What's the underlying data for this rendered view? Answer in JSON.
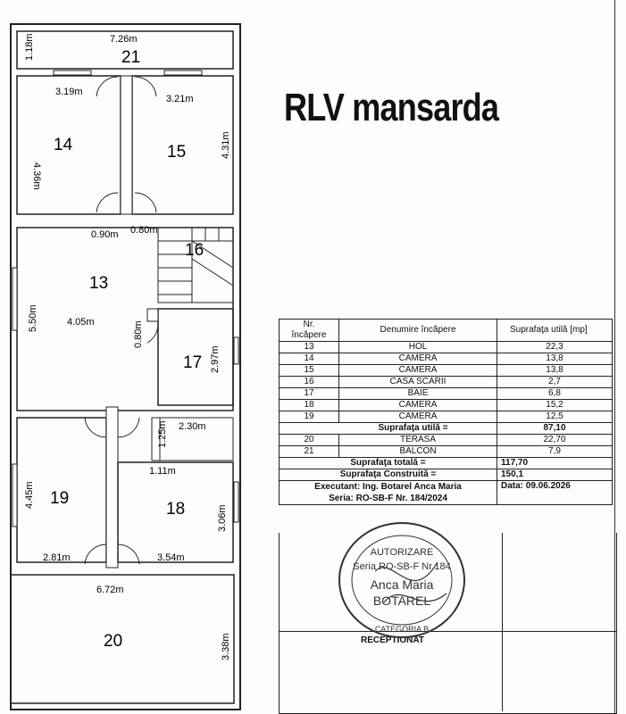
{
  "title": "RLV mansarda",
  "rooms": {
    "r21": "21",
    "r14": "14",
    "r15": "15",
    "r16": "16",
    "r13": "13",
    "r17": "17",
    "r19": "19",
    "r18": "18",
    "r20": "20"
  },
  "dims": {
    "d726": "7.26m",
    "d118": "1.18m",
    "d319": "3.19m",
    "d321": "3.21m",
    "d436": "4.36m",
    "d431": "4.31m",
    "d090": "0.90m",
    "d080a": "0.80m",
    "d550": "5.50m",
    "d405": "4.05m",
    "d080b": "0.80m",
    "d297": "2.97m",
    "d230": "2.30m",
    "d125": "1.25m",
    "d111": "1.11m",
    "d445": "4.45m",
    "d306": "3.06m",
    "d281": "2.81m",
    "d354": "3.54m",
    "d672": "6.72m",
    "d338": "3.38m"
  },
  "table": {
    "header": {
      "nr": "Nr.",
      "incapere": "încăpere",
      "denumire": "Denumire încăpere",
      "suprafata": "Suprafaţa utilă [mp]"
    },
    "rows": [
      {
        "nr": "13",
        "name": "HOL",
        "area": "22,3"
      },
      {
        "nr": "14",
        "name": "CAMERA",
        "area": "13,8"
      },
      {
        "nr": "15",
        "name": "CAMERA",
        "area": "13,8"
      },
      {
        "nr": "16",
        "name": "CASA SCARII",
        "area": "2,7"
      },
      {
        "nr": "17",
        "name": "BAIE",
        "area": "6,8"
      },
      {
        "nr": "18",
        "name": "CAMERA",
        "area": "15,2"
      },
      {
        "nr": "19",
        "name": "CAMERA",
        "area": "12,5"
      }
    ],
    "util_label": "Suprafaţa utilă =",
    "util_value": "87,10",
    "extra_rows": [
      {
        "nr": "20",
        "name": "TERASA",
        "area": "22,70"
      },
      {
        "nr": "21",
        "name": "BALCON",
        "area": "7,9"
      }
    ],
    "total_label": "Suprafaţa totală =",
    "total_value": "117,70",
    "construita_label": "Suprafaţa Construită =",
    "construita_value": "150,1",
    "executant": "Executant: Ing. Botarel Anca Maria",
    "seria": "Seria: RO-SB-F Nr. 184/2024",
    "data": "Data: 09.06.2026",
    "receptionat": "RECEPTIONAT"
  },
  "stamp": {
    "line1": "AUTORIZARE",
    "line2": "Seria RO-SB-F Nr.184",
    "line3": "Anca Maria",
    "line4": "BOTAREL",
    "line5": "CATEGORIA B"
  }
}
